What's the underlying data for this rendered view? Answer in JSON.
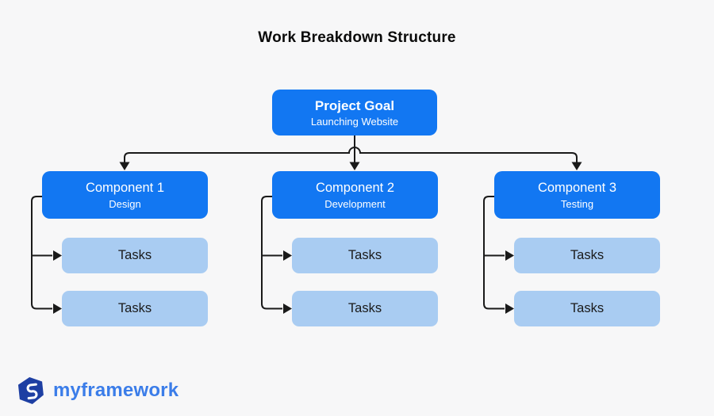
{
  "title": "Work Breakdown Structure",
  "root": {
    "title": "Project Goal",
    "subtitle": "Launching Website"
  },
  "components": [
    {
      "title": "Component 1",
      "subtitle": "Design",
      "tasks": [
        "Tasks",
        "Tasks"
      ]
    },
    {
      "title": "Component 2",
      "subtitle": "Development",
      "tasks": [
        "Tasks",
        "Tasks"
      ]
    },
    {
      "title": "Component 3",
      "subtitle": "Testing",
      "tasks": [
        "Tasks",
        "Tasks"
      ]
    }
  ],
  "logo": {
    "text": "myframework",
    "icon": "cube-logo-icon"
  },
  "colors": {
    "background": "#F7F7F8",
    "node_primary": "#1277F2",
    "node_task": "#A9CCF2",
    "text_on_primary": "#FFFFFF",
    "text_dark": "#1A1A1A",
    "title_text": "#0A0A0A",
    "connector": "#1A1A1A",
    "logo_text": "#3B7DE9",
    "logo_icon": "#1E3FA3"
  }
}
